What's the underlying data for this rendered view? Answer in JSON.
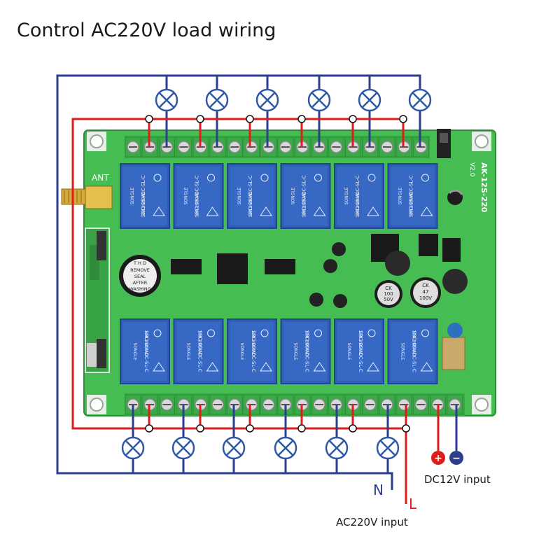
{
  "title": "Control AC220V load wiring",
  "board": {
    "ant_label": "ANT",
    "model": "AK-12S-220",
    "version": "V2.0",
    "relay_top_text": "SONGLE",
    "relay_part": "SRD-09VDC-SL-C",
    "relay_rating_1": "10A 250VAC",
    "relay_rating_2": "10A 125VAC",
    "buzzer_text": "THD REMOVE SEAL AFTER WASHING",
    "cap_text_1": "CK 100 50V",
    "cap_text_2": "CK 47 100V"
  },
  "terminals": {
    "neutral_label": "N",
    "live_label": "L",
    "ac_input_label": "AC220V input",
    "dc_input_label": "DC12V input",
    "dc_plus": "+",
    "dc_minus": "−"
  },
  "colors": {
    "neutral_wire": "#2b3f8c",
    "live_wire": "#e01b1b",
    "board_green": "#3fb54a",
    "relay_blue": "#2f5fb8",
    "lamp_blue": "#2f57a6"
  }
}
